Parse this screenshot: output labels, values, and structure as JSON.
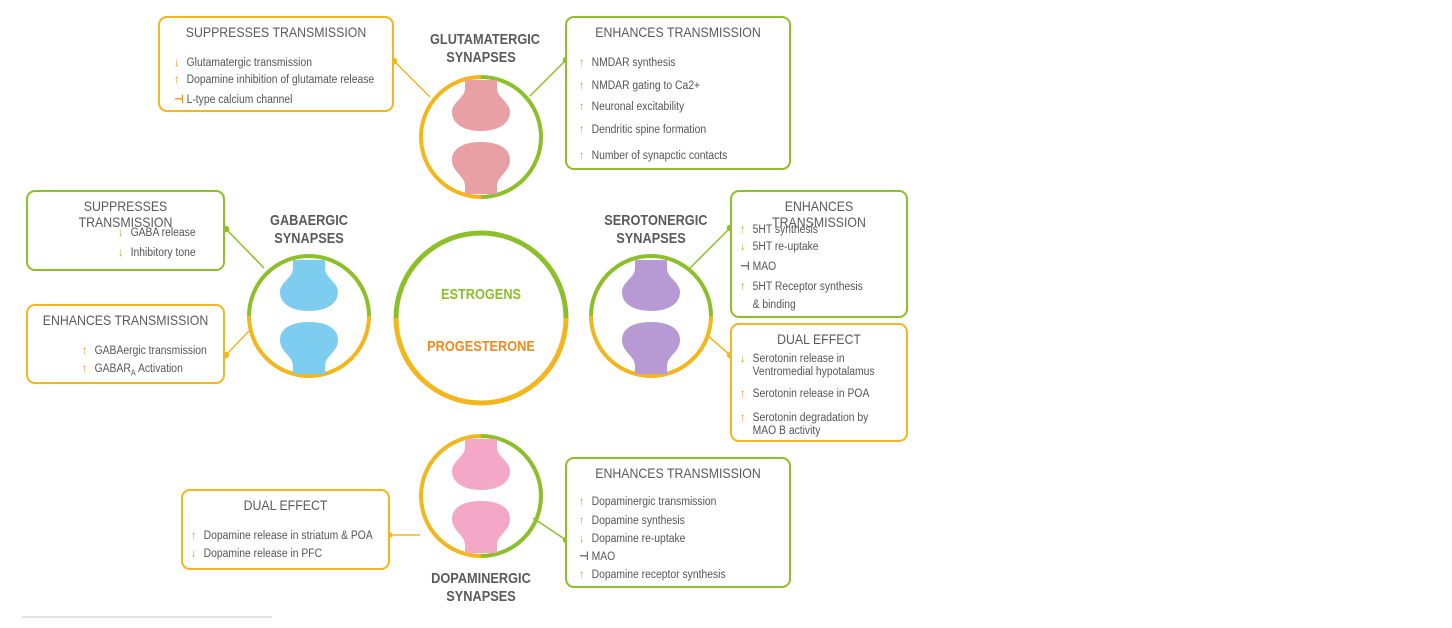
{
  "center": {
    "estrogens": "ESTROGENS",
    "progesterone": "PROGESTERONE"
  },
  "synapses": {
    "glutamatergic": {
      "line1": "GLUTAMATERGIC",
      "line2": "SYNAPSES"
    },
    "gabaergic": {
      "line1": "GABAERGIC",
      "line2": "SYNAPSES"
    },
    "serotonergic": {
      "line1": "SEROTONERGIC",
      "line2": "SYNAPSES"
    },
    "dopaminergic": {
      "line1": "DOPAMINERGIC",
      "line2": "SYNAPSES"
    }
  },
  "boxes": {
    "glu_suppress": {
      "header": "SUPPRESSES TRANSMISSION",
      "items": [
        {
          "arrow": "↓",
          "text": "Glutamatergic transmission"
        },
        {
          "arrow": "↑",
          "text": "Dopamine inhibition of glutamate release"
        },
        {
          "arrow": "⊣",
          "text": "L-type calcium channel"
        }
      ]
    },
    "glu_enhance": {
      "header": "ENHANCES TRANSMISSION",
      "items": [
        {
          "arrow": "↑",
          "text": "NMDAR synthesis"
        },
        {
          "arrow": "↑",
          "text": "NMDAR gating to Ca2+"
        },
        {
          "arrow": "↑",
          "text": "Neuronal excitability"
        },
        {
          "arrow": "↑",
          "text": "Dendritic spine formation"
        },
        {
          "arrow": "↑",
          "text": "Number of synapctic contacts"
        }
      ]
    },
    "gaba_suppress": {
      "header": "SUPPRESSES TRANSMISSION",
      "items": [
        {
          "arrow": "↓",
          "text": "GABA release"
        },
        {
          "arrow": "↓",
          "text": "Inhibitory tone"
        }
      ]
    },
    "gaba_enhance": {
      "header": "ENHANCES TRANSMISSION",
      "items": [
        {
          "arrow": "↑",
          "text": "GABAergic transmission"
        },
        {
          "arrow": "↑",
          "text": "GABAR"
        }
      ],
      "sub": "A",
      "tail": " Activation"
    },
    "sero_enhance": {
      "header": "ENHANCES TRANSMISSION",
      "items": [
        {
          "arrow": "↑",
          "text": "5HT synthesis"
        },
        {
          "arrow": "↓",
          "text": "5HT re-uptake"
        },
        {
          "arrow": "⊣",
          "text": "MAO"
        },
        {
          "arrow": "↑",
          "text": "5HT Receptor synthesis"
        },
        {
          "arrow": "",
          "text": "& binding"
        }
      ]
    },
    "sero_dual": {
      "header": "DUAL EFFECT",
      "items": [
        {
          "arrow": "↓",
          "text": "Serotonin release in"
        },
        {
          "arrow": "",
          "text": "Ventromedial hypotalamus"
        },
        {
          "arrow": "↑",
          "text": "Serotonin release in POA"
        },
        {
          "arrow": "↑",
          "text": "Serotonin degradation by"
        },
        {
          "arrow": "",
          "text": "MAO B activity"
        }
      ]
    },
    "dopa_dual": {
      "header": "DUAL EFFECT",
      "items": [
        {
          "arrow": "↑",
          "text": "Dopamine release in striatum & POA"
        },
        {
          "arrow": "↓",
          "text": "Dopamine release in PFC"
        }
      ]
    },
    "dopa_enhance": {
      "header": "ENHANCES TRANSMISSION",
      "items": [
        {
          "arrow": "↑",
          "text": "Dopaminergic transmission"
        },
        {
          "arrow": "↑",
          "text": "Dopamine synthesis"
        },
        {
          "arrow": "↓",
          "text": "Dopamine re-uptake"
        },
        {
          "arrow": "⊣",
          "text": "MAO"
        },
        {
          "arrow": "↑",
          "text": "Dopamine receptor synthesis"
        }
      ]
    }
  },
  "colors": {
    "green": "#8cbf2a",
    "orange": "#f2b61e",
    "arrow_orange": "#f08a1c",
    "glu_synapse": "#e8a0a4",
    "gaba_synapse": "#7dcdf0",
    "sero_synapse": "#b79ad3",
    "dopa_synapse": "#f4a8c8"
  }
}
